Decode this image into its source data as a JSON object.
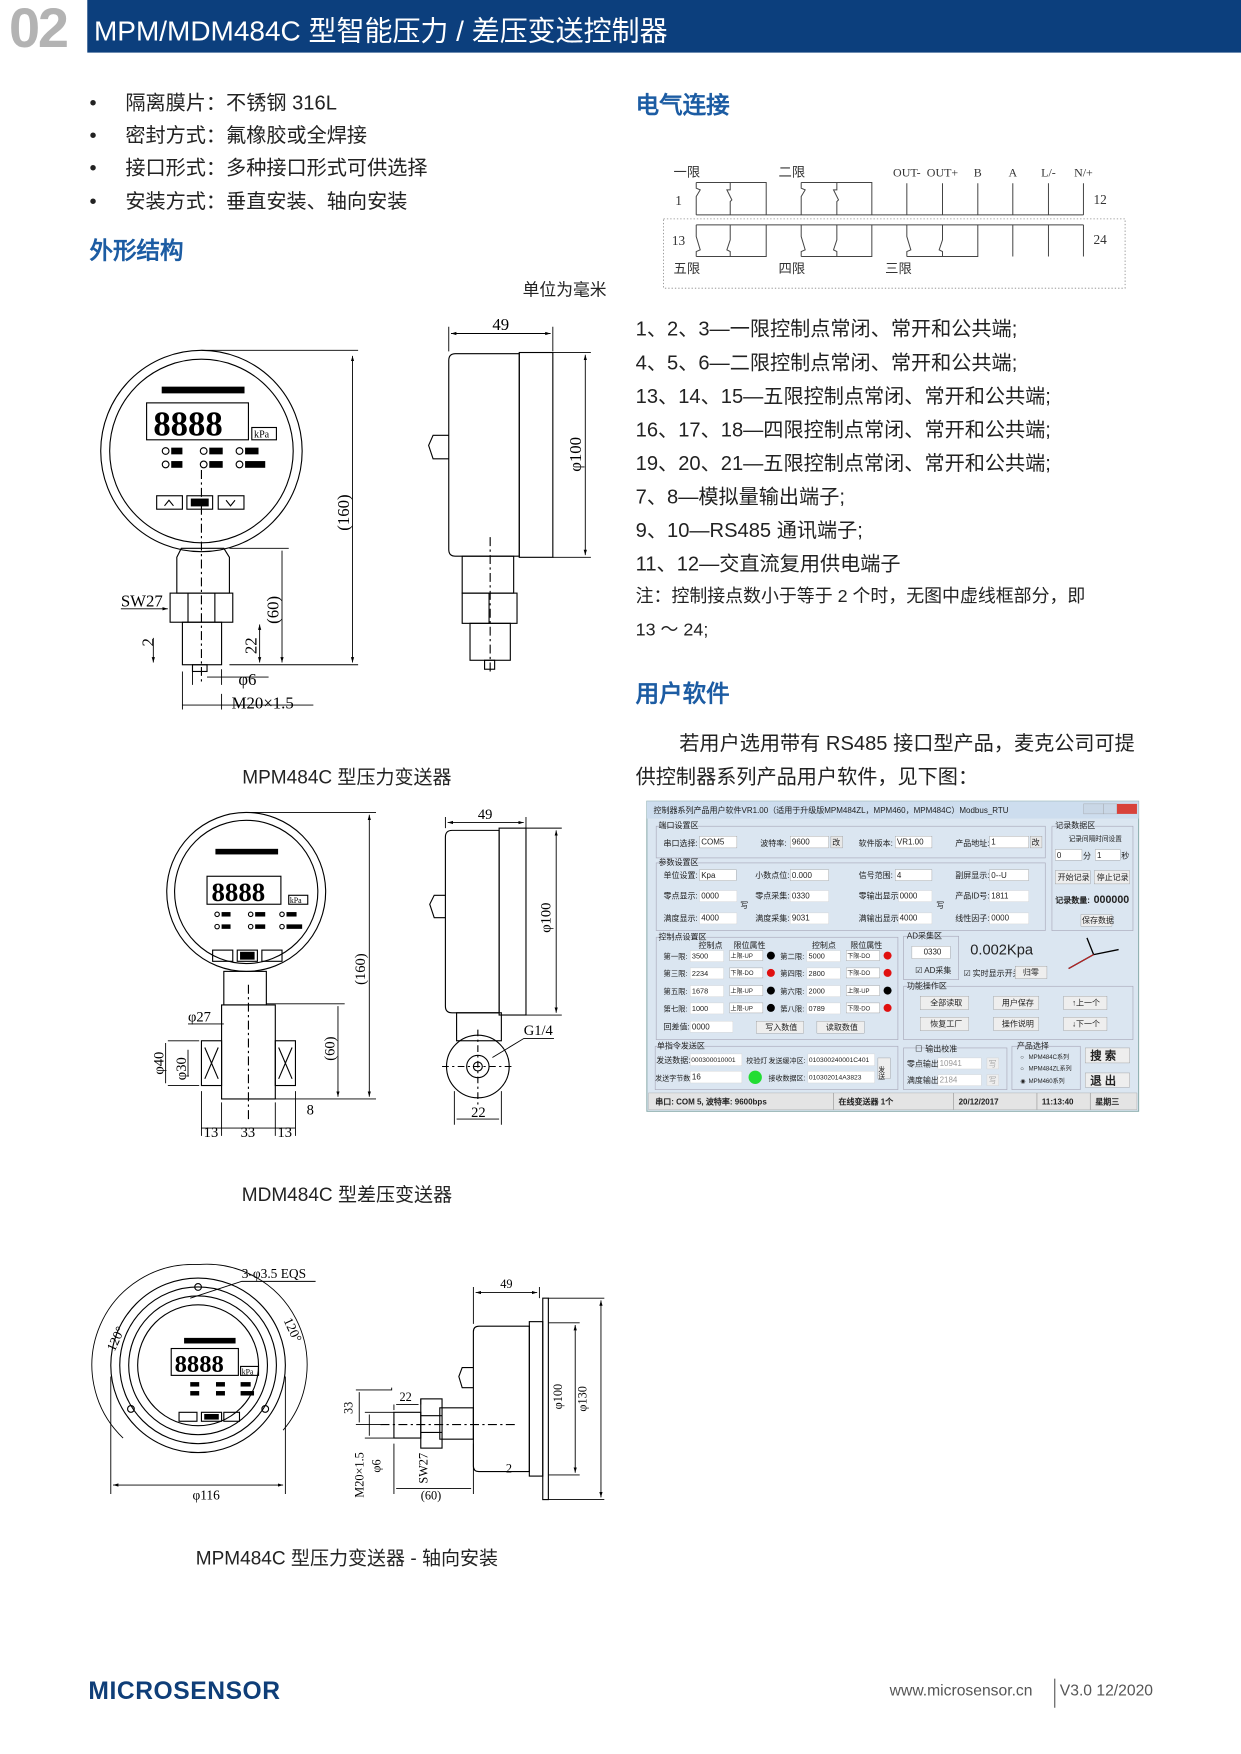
{
  "header": {
    "number": "02",
    "title": "MPM/MDM484C 型智能压力 / 差压变送控制器"
  },
  "features": [
    "隔离膜片：不锈钢 316L",
    "密封方式：氟橡胶或全焊接",
    "接口形式：多种接口形式可供选择",
    "安装方式：垂直安装、轴向安装"
  ],
  "bullet": "•",
  "outline": {
    "title": "外形结构",
    "unit_note": "单位为毫米",
    "fig1": {
      "caption": "MPM484C 型压力变送器",
      "display": "8888",
      "unit": "kPa",
      "dims": {
        "h160": "(160)",
        "h60": "(60)",
        "h22": "22",
        "h2": "2",
        "sw27": "SW27",
        "phi6": "φ6",
        "m20": "M20×1.5",
        "w49": "49",
        "phi100": "φ100"
      }
    },
    "fig2": {
      "caption": "MDM484C 型差压变送器",
      "display": "8888",
      "unit": "kPa",
      "dims": {
        "h160": "(160)",
        "h60": "(60)",
        "phi27": "φ27",
        "phi40": "φ40",
        "phi30": "φ30",
        "w13a": "13",
        "w33": "33",
        "w13b": "13",
        "w8": "8",
        "w49": "49",
        "phi100": "φ100",
        "g14": "G1/4",
        "w22": "22"
      }
    },
    "fig3": {
      "caption": "MPM484C 型压力变送器 - 轴向安装",
      "display": "8888",
      "unit": "kPa",
      "dims": {
        "holes": "3-φ3.5 EQS",
        "a1": "120°",
        "a2": "120°",
        "phi116": "φ116",
        "w49": "49",
        "phi100": "φ100",
        "phi130": "φ130",
        "w22": "22",
        "h33": "33",
        "m20": "M20×1.5",
        "phi6": "φ6",
        "sw27": "SW27",
        "l60": "(60)",
        "t2": "2"
      }
    }
  },
  "electrical": {
    "title": "电气连接",
    "diagram": {
      "top_groups": [
        "一限",
        "二限"
      ],
      "signals": [
        "OUT-",
        "OUT+",
        "B",
        "A",
        "L/-",
        "N/+"
      ],
      "bottom_groups": [
        "五限",
        "四限",
        "三限"
      ],
      "pins": {
        "tl": "1",
        "tr": "12",
        "bl": "13",
        "br": "24"
      }
    },
    "descriptions": [
      "1、2、3—一限控制点常闭、常开和公共端;",
      "4、5、6—二限控制点常闭、常开和公共端;",
      "13、14、15—五限控制点常闭、常开和公共端;",
      "16、17、18—四限控制点常闭、常开和公共端;",
      "19、20、21—五限控制点常闭、常开和公共端;",
      "7、8—模拟量输出端子;",
      "9、10—RS485 通讯端子;",
      "11、12—交直流复用供电端子"
    ],
    "note": [
      "注：控制接点数小于等于 2 个时，无图中虚线框部分，即",
      "13 ～ 24;"
    ]
  },
  "software": {
    "title": "用户软件",
    "paragraph": [
      "若用户选用带有 RS485 接口型产品，麦克公司可提",
      "供控制器系列产品用户软件，见下图："
    ],
    "window": {
      "title": "控制器系列产品用户软件VR1.00（适用于升级版MPM484ZL，MPM460，MPM484C）Modbus_RTU",
      "port": {
        "group": "端口设置区",
        "com_label": "串口选择:",
        "com": "COM5",
        "baud_label": "波特率:",
        "baud": "9600",
        "ver_label": "软件版本:",
        "ver": "VR1.00",
        "addr_label": "产品地址:",
        "addr": "1",
        "change": "改"
      },
      "record": {
        "group": "记录数据区",
        "interval_label": "记录间隔时间设置",
        "min": "0",
        "min_unit": "分",
        "sec": "1",
        "sec_unit": "秒",
        "start": "开始记录",
        "stop": "停止记录",
        "count_label": "记录数量:",
        "count": "000000",
        "save": "保存数据"
      },
      "params": {
        "group": "参数设置区",
        "unit_label": "单位设置:",
        "unit": "Kpa",
        "dec_label": "小数点位:",
        "dec": "0.000",
        "sig_label": "信号范围:",
        "sig": "4",
        "sub_label": "副屏显示:",
        "sub": "0--U",
        "zero_disp_label": "零点显示:",
        "zero_disp": "0000",
        "write": "写",
        "zero_acq_label": "零点采集:",
        "zero_acq": "0330",
        "zero_out_label": "零输出显示:",
        "zero_out": "0000",
        "id_label": "产品ID号:",
        "id": "1811",
        "full_disp_label": "满度显示:",
        "full_disp": "4000",
        "full_acq_label": "满度采集:",
        "full_acq": "9031",
        "full_out_label": "满输出显示:",
        "full_out": "4000",
        "lin_label": "线性因子:",
        "lin": "0000"
      },
      "control": {
        "group": "控制点设置区",
        "col_point": "控制点",
        "col_attr": "限位属性",
        "rows": [
          {
            "l1": "第一限:",
            "v1": "3500",
            "a1": "上限-UP",
            "c1": "#000000",
            "l2": "第二限:",
            "v2": "5000",
            "a2": "下限-DO",
            "c2": "#e01010"
          },
          {
            "l1": "第三限:",
            "v1": "2234",
            "a1": "下限-DO",
            "c1": "#e01010",
            "l2": "第四限:",
            "v2": "2800",
            "a2": "下限-DO",
            "c2": "#e01010"
          },
          {
            "l1": "第五限:",
            "v1": "1678",
            "a1": "上限-UP",
            "c1": "#000000",
            "l2": "第六限:",
            "v2": "2000",
            "a2": "上限-UP",
            "c2": "#000000"
          },
          {
            "l1": "第七限:",
            "v1": "1000",
            "a1": "上限-UP",
            "c1": "#000000",
            "l2": "第八限:",
            "v2": "0789",
            "a2": "下限-DO",
            "c2": "#e01010"
          }
        ],
        "hyst_label": "回差值:",
        "hyst": "0000",
        "write_btn": "写入数值",
        "read_btn": "读取数值"
      },
      "ad": {
        "group": "AD采集区",
        "value": "0330",
        "check": "AD采集",
        "reading": "0.002Kpa",
        "realtime": "实时显示开关",
        "zero_btn": "归零"
      },
      "func": {
        "group": "功能操作区",
        "buttons": [
          "全部读取",
          "用户保存",
          "↑上一个",
          "恢复工厂",
          "操作说明",
          "↓下一个"
        ]
      },
      "send": {
        "group": "单指令发送区",
        "data_label": "发送数据:",
        "data": "000300010001",
        "lamp_label": "校验灯",
        "buf_label": "发送缓冲区:",
        "buf": "010300240001C401",
        "send_btn": "发送",
        "bytes_label": "发送字节数:",
        "bytes": "16",
        "recv_label": "接收数据区:",
        "recv": "010302014A3823"
      },
      "calib": {
        "group": "输出校准",
        "zero_label": "零点输出:",
        "zero": "10941",
        "full_label": "满度输出:",
        "full": "2184",
        "write": "写"
      },
      "product": {
        "group": "产品选择",
        "options": [
          "MPM484C系列",
          "MPM484ZL系列",
          "MPM460系列"
        ],
        "selected": 2
      },
      "search_btn": "搜 索",
      "exit_btn": "退 出",
      "status": {
        "port": "串口: COM 5, 波特率: 9600bps",
        "online": "在线变送器 1个",
        "date": "20/12/2017",
        "time": "11:13:40",
        "weekday": "星期三"
      }
    }
  },
  "footer": {
    "logo": "MICROSENSOR",
    "url": "www.microsensor.cn",
    "version": "V3.0 12/2020"
  },
  "colors": {
    "brand": "#0c3f7d",
    "heading": "#1c5ca3"
  }
}
